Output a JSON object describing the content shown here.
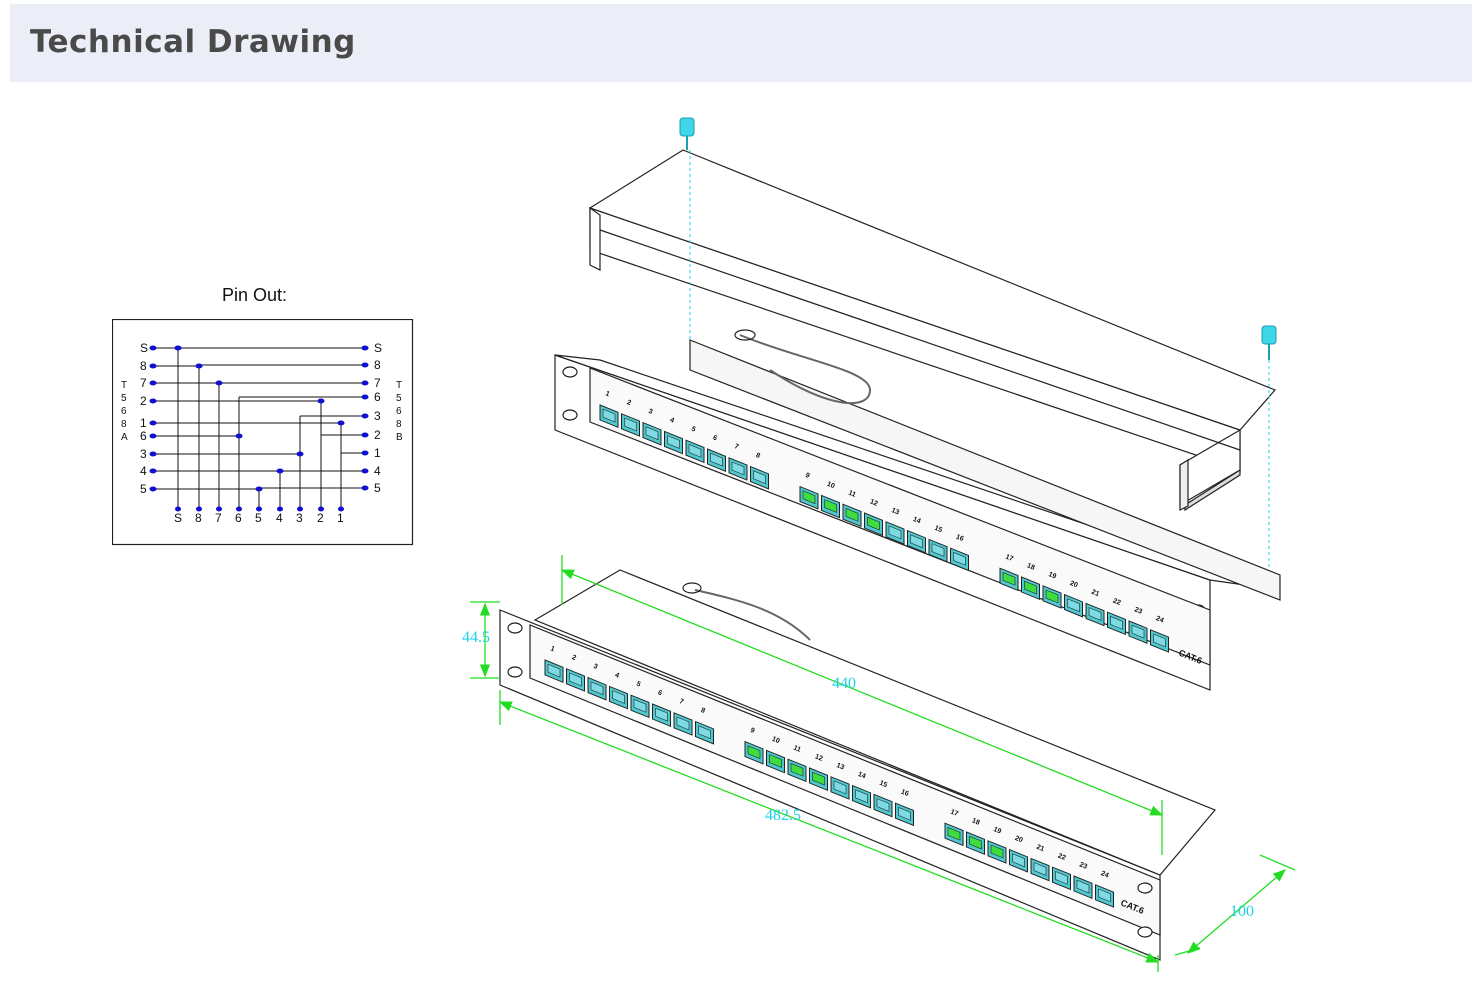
{
  "header": {
    "title": "Technical Drawing"
  },
  "pinout": {
    "title": "Pin Out:",
    "left_standard": [
      "T",
      "5",
      "6",
      "8",
      "A"
    ],
    "right_standard": [
      "T",
      "5",
      "6",
      "8",
      "B"
    ],
    "left_pins": [
      "S",
      "8",
      "7",
      "2",
      "1",
      "6",
      "3",
      "4",
      "5"
    ],
    "right_pins": [
      "S",
      "8",
      "7",
      "6",
      "3",
      "2",
      "1",
      "4",
      "5"
    ],
    "bottom_pins": [
      "S",
      "8",
      "7",
      "6",
      "5",
      "4",
      "3",
      "2",
      "1"
    ],
    "wire_color": "#1010d0"
  },
  "dimensions": {
    "height": "44.5",
    "inner_width": "440",
    "outer_width": "482.5",
    "depth": "100",
    "line_color": "#22dd22",
    "text_color": "#1fd0e8"
  },
  "panel": {
    "label": "CAT.6",
    "ports_group1": [
      "1",
      "2",
      "3",
      "4",
      "5",
      "6",
      "7",
      "8"
    ],
    "ports_group2": [
      "9",
      "10",
      "11",
      "12",
      "13",
      "14",
      "15",
      "16"
    ],
    "ports_group3": [
      "17",
      "18",
      "19",
      "20",
      "21",
      "22",
      "23",
      "24"
    ],
    "port_color": "#4fc8d0"
  }
}
